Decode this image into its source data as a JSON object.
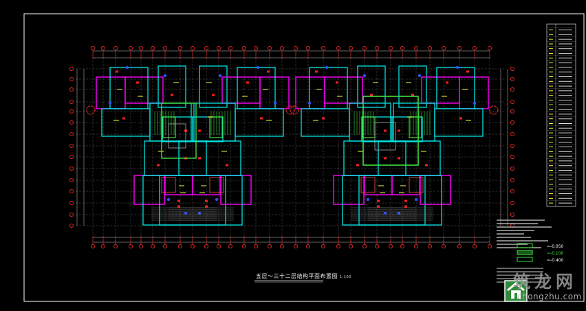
{
  "drawing": {
    "title": "五层～三十二层结构平面布置图",
    "scale": "1:100"
  },
  "legend": [
    {
      "text": "=-0.050",
      "color": "#ffffff"
    },
    {
      "text": "=-0.100",
      "color": "#40e040"
    },
    {
      "text": "=-0.400",
      "color": "#ffffff"
    }
  ],
  "watermark": {
    "chinese": "筑龙网",
    "domain": "chongzhu.com"
  },
  "colors": {
    "background": "#000000",
    "frame": "#ffffff",
    "wall_cyan": "#00e5e5",
    "wall_magenta": "#e000e0",
    "axis_red": "#ff3030",
    "hatch_green": "#40e040",
    "text_yellow": "#ffff40"
  }
}
